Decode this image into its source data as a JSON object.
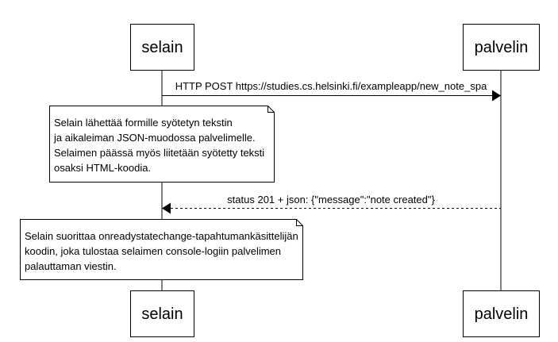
{
  "diagram": {
    "participants": {
      "left": "selain",
      "right": "palvelin"
    },
    "messages": [
      {
        "from": "selain",
        "to": "palvelin",
        "style": "solid",
        "label": "HTTP POST https://studies.cs.helsinki.fi/exampleapp/new_note_spa"
      },
      {
        "from": "palvelin",
        "to": "selain",
        "style": "dashed",
        "label": "status 201 + json: {\"message\":\"note created\"}"
      }
    ],
    "notes": [
      {
        "over": "selain",
        "lines": [
          "Selain lähettää formille syötetyn tekstin",
          "ja aikaleiman JSON-muodossa palvelimelle.",
          "Selaimen päässä myös liitetään syötetty teksti",
          "osaksi HTML-koodia."
        ]
      },
      {
        "over": "selain",
        "lines": [
          "Selain suorittaa onreadystatechange-tapahtumankäsittelijän",
          "koodin, joka tulostaa selaimen console-logiin palvelimen",
          "palauttaman viestin."
        ]
      }
    ],
    "colors": {
      "line": "#000000",
      "background": "#ffffff"
    }
  }
}
